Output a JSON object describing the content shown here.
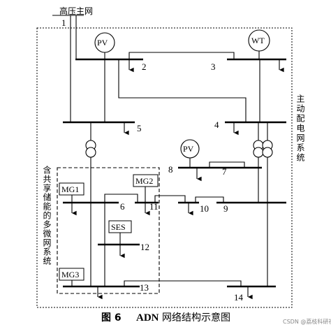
{
  "grid_label": "高压主网",
  "region_main_label": "主动配电网系统",
  "region_mg_label": "含共享储能的多微网系统",
  "sources": {
    "pv": "PV",
    "wt": "WT"
  },
  "buses": {
    "b1": "1",
    "b2": "2",
    "b3": "3",
    "b4": "4",
    "b5": "5",
    "b6": "6",
    "b7": "7",
    "b8": "8",
    "b9": "9",
    "b10": "10",
    "b11": "11",
    "b12": "12",
    "b13": "13",
    "b14": "14"
  },
  "boxes": {
    "mg1": "MG1",
    "mg2": "MG2",
    "mg3": "MG3",
    "ses": "SES"
  },
  "caption": {
    "fig": "图 6",
    "adn": "ADN",
    "text": "网络结构示意图"
  },
  "watermark": "CSDN @荔枝科研社"
}
